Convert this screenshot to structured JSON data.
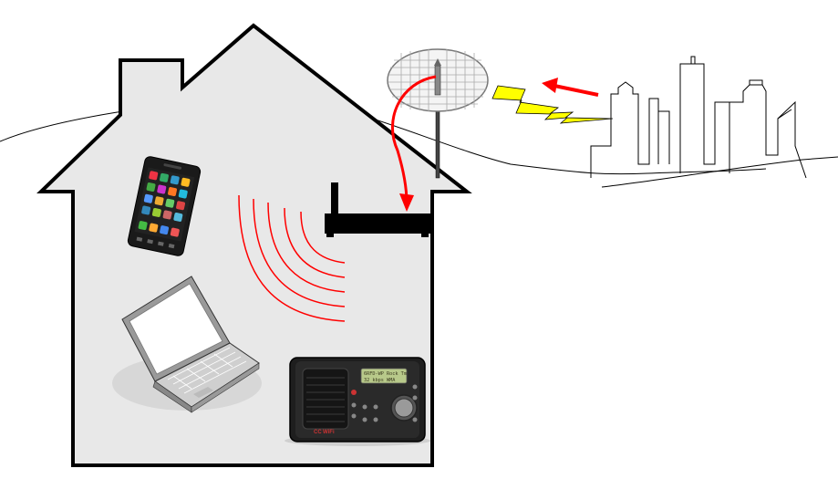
{
  "colors": {
    "house_fill": "#e8e8e8",
    "outline": "#000000",
    "signal_red": "#ff0000",
    "lightning_yellow": "#ffff00",
    "radio_display_green": "#b8c98a"
  },
  "icons": [
    "house",
    "hills-line",
    "city-skyline",
    "lightning-bolt-icon",
    "arrow-red-icon",
    "grid-antenna",
    "router",
    "wifi-waves",
    "smartphone",
    "laptop",
    "internet-radio"
  ],
  "radio": {
    "display_line1": "6RFD-WP Rock Tm",
    "display_line2": "32 kbps WMA",
    "brand_prefix": "CC",
    "brand_suffix": "WiFi"
  }
}
